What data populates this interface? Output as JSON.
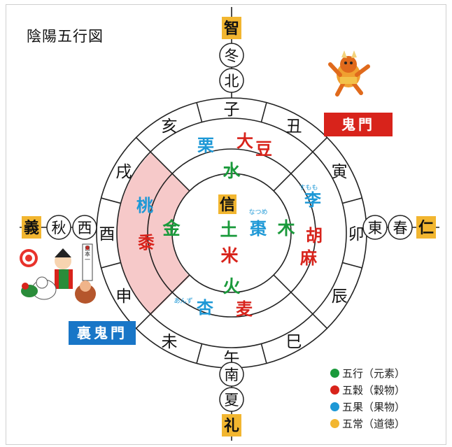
{
  "title": "陰陽五行図",
  "labels": {
    "kimon": "鬼門",
    "urakimon": "裏鬼門",
    "nihonichi": "日本一"
  },
  "zodiac": [
    "子",
    "丑",
    "寅",
    "卯",
    "辰",
    "巳",
    "午",
    "未",
    "申",
    "酉",
    "戌",
    "亥"
  ],
  "elements": {
    "north": "水",
    "east": "木",
    "south": "火",
    "west": "金",
    "center": "土"
  },
  "center_virtue": "信",
  "center_grain": "米",
  "center_fruit": "棗",
  "center_fruit_ruby": "なつめ",
  "grains": {
    "north_a": "大",
    "north_b": "豆",
    "east_a": "胡",
    "east_b": "麻",
    "south": "麦",
    "west": "黍"
  },
  "fruits": {
    "north": "栗",
    "east": "李",
    "south": "杏",
    "west": "桃"
  },
  "rubies": {
    "east": "すもも",
    "south": "あんず"
  },
  "axes": {
    "top": [
      "智",
      "冬",
      "北"
    ],
    "bottom": [
      "南",
      "夏",
      "礼"
    ],
    "left": [
      "義",
      "秋",
      "西"
    ],
    "right": [
      "東",
      "春",
      "仁"
    ]
  },
  "legend": [
    {
      "color": "#1a9a3b",
      "text": "五行（元素）"
    },
    {
      "color": "#d8231b",
      "text": "五穀（穀物）"
    },
    {
      "color": "#1d98d6",
      "text": "五果（果物）"
    },
    {
      "color": "#f2b630",
      "text": "五常（道徳）"
    }
  ],
  "colors": {
    "element": "#1a9a3b",
    "grain": "#d8231b",
    "fruit": "#1d98d6",
    "virtue_bg": "#f2b630",
    "pink": "#f6c9c9",
    "kimon": "#d8231b",
    "urakimon": "#1976c7"
  }
}
